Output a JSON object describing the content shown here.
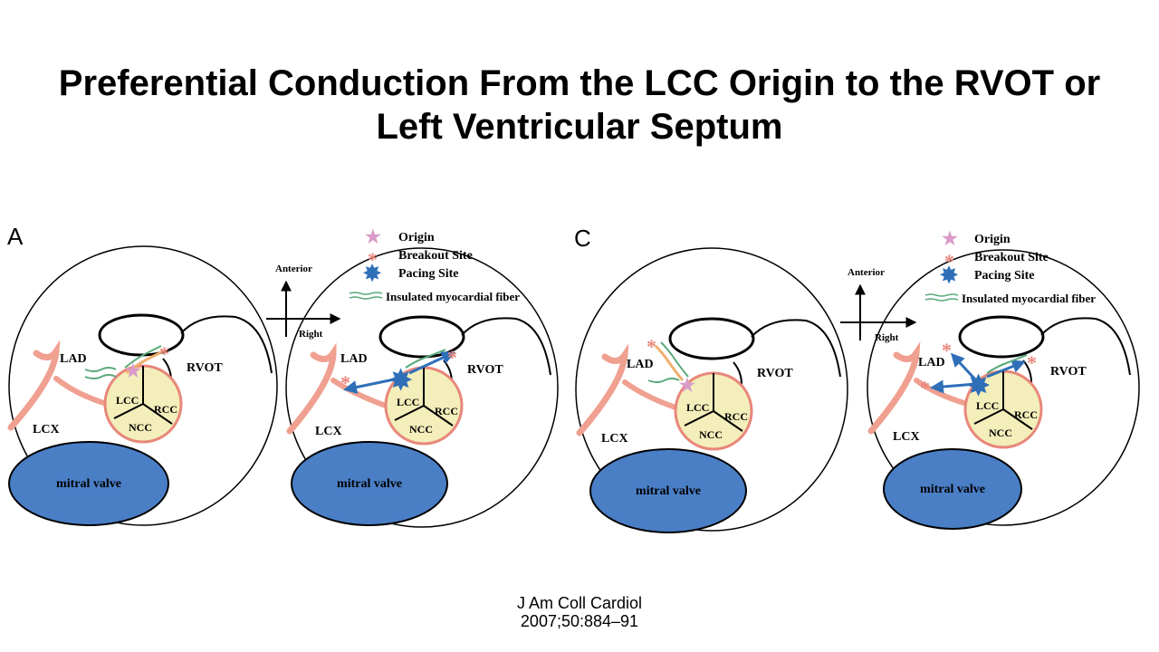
{
  "title": {
    "line1": "Preferential Conduction From the LCC Origin to the RVOT or",
    "line2": "Left Ventricular Septum"
  },
  "panels": {
    "a": "A",
    "c": "C"
  },
  "legend": {
    "origin": "Origin",
    "breakout": "Breakout Site",
    "pacing": "Pacing Site",
    "fiber": "Insulated myocardial fiber"
  },
  "axes": {
    "anterior": "Anterior",
    "right": "Right"
  },
  "labels": {
    "lad": "LAD",
    "lcx": "LCX",
    "rvot": "RVOT",
    "lcc": "LCC",
    "rcc": "RCC",
    "ncc": "NCC",
    "mitral": "mitral valve"
  },
  "citation": {
    "line1": "J Am Coll Cardiol",
    "line2": "2007;50:884–91"
  },
  "colors": {
    "origin_star": "#d99bc8",
    "breakout_asterisk": "#e8877a",
    "pacing_star": "#2f6fb8",
    "fiber_green": "#5aaa7a",
    "fiber_orange": "#f0b070",
    "mitral": "#4a7fc6",
    "aortic_fill": "#f3eeba",
    "aortic_ring": "#e8877a",
    "coronary": "#f0a090",
    "arrow": "#2f6fb8"
  }
}
